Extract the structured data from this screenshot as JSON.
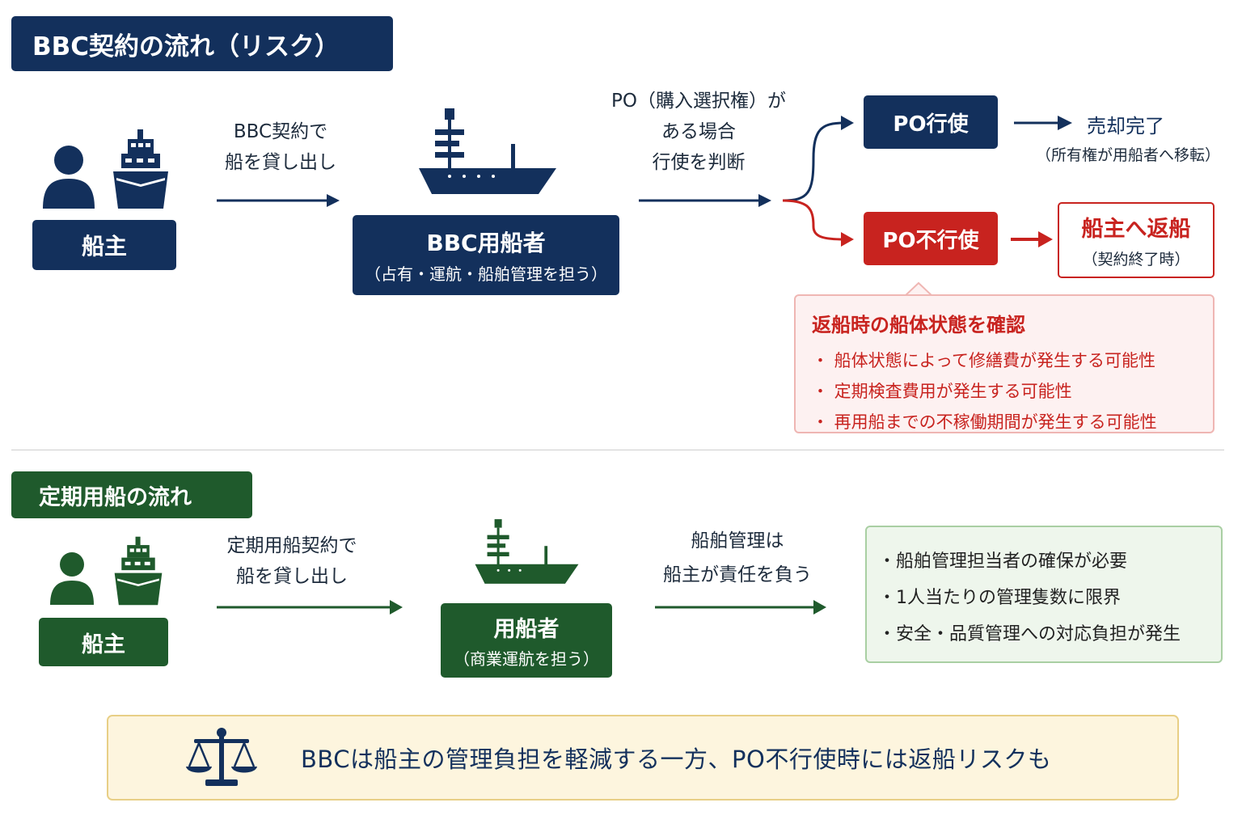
{
  "bbc": {
    "title": "BBC契約の流れ（リスク）",
    "owner_label": "船主",
    "step1_line1": "BBC契約で",
    "step1_line2": "船を貸し出し",
    "charterer_label": "BBC用船者",
    "charterer_sub": "（占有・運航・船舶管理を担う）",
    "po_line1": "PO（購入選択権）が",
    "po_line2": "ある場合",
    "po_line3": "行使を判断",
    "po_exercise": "PO行使",
    "sale_complete": "売却完了",
    "sale_sub": "（所有権が用船者へ移転）",
    "po_not_exercise": "PO不行使",
    "return_label": "船主へ返船",
    "return_sub": "（契約終了時）",
    "risk_title": "返船時の船体状態を確認",
    "risk_items": [
      "・ 船体状態によって修繕費が発生する可能性",
      "・ 定期検査費用が発生する可能性",
      "・ 再用船までの不稼働期間が発生する可能性"
    ]
  },
  "time": {
    "title": "定期用船の流れ",
    "owner_label": "船主",
    "step1_line1": "定期用船契約で",
    "step1_line2": "船を貸し出し",
    "charterer_label": "用船者",
    "charterer_sub": "（商業運航を担う）",
    "mgmt_line1": "船舶管理は",
    "mgmt_line2": "船主が責任を負う",
    "items": [
      "・船舶管理担当者の確保が必要",
      "・1人当たりの管理隻数に限界",
      "・安全・品質管理への対応負担が発生"
    ]
  },
  "note": "BBCは船主の管理負担を軽減する一方、PO不行使時には返船リスクも",
  "colors": {
    "navy": "#13305c",
    "green": "#1f5a2c",
    "red": "#c8231f"
  },
  "icons": [
    "person-icon",
    "ship-front-icon",
    "cargo-ship-icon",
    "balance-scale-icon"
  ]
}
